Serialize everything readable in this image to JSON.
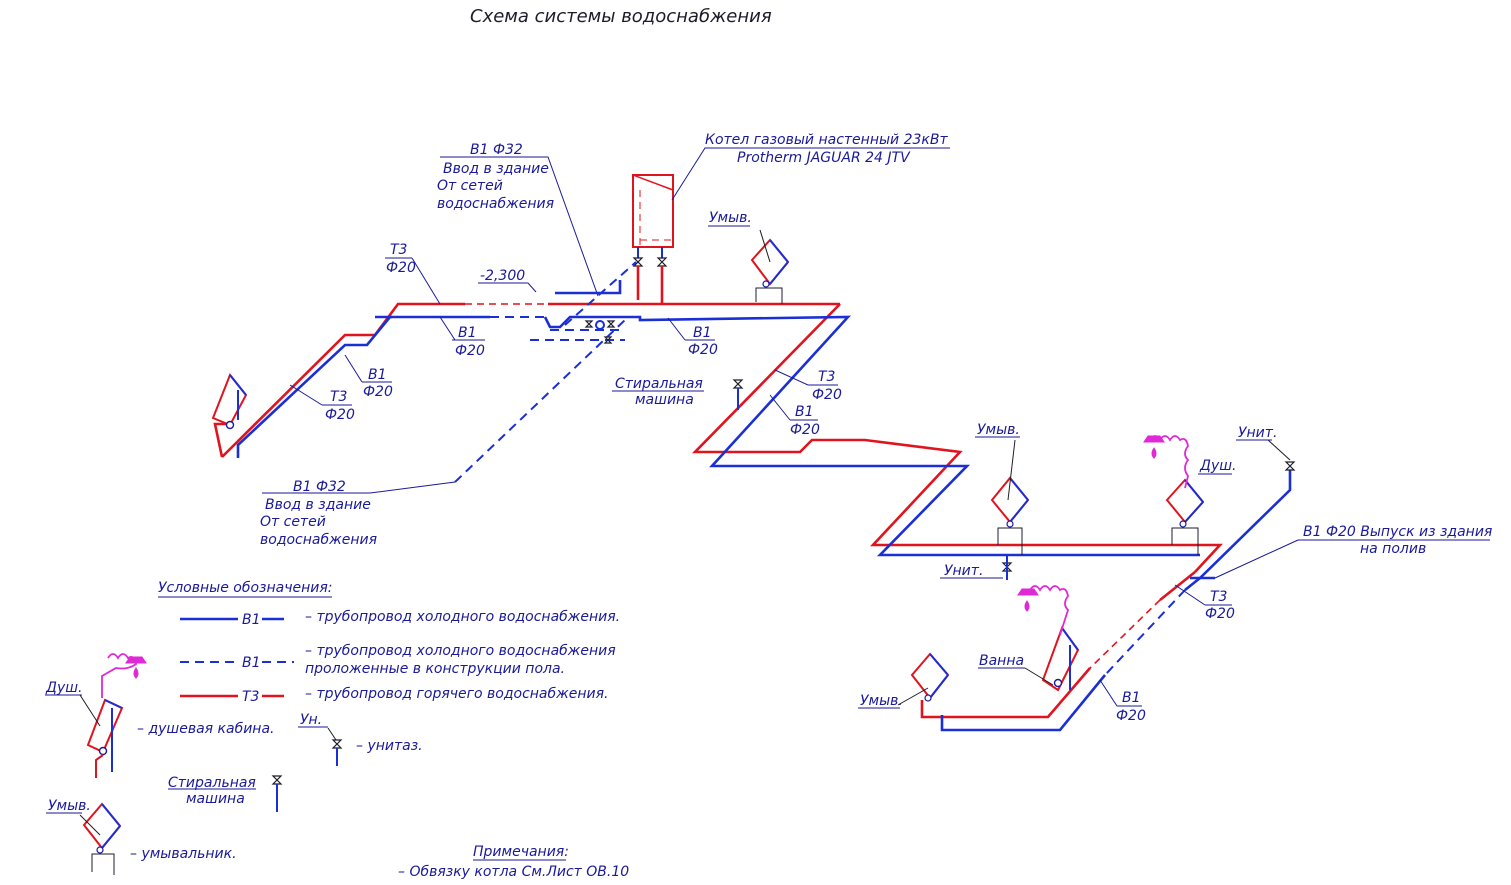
{
  "title": "Схема системы водоснабжения",
  "boiler": {
    "line1": "Котел газовый настенный 23кВт",
    "line2": "Protherm JAGUAR 24 JTV"
  },
  "inlet_top": {
    "pipe": "В1 Ф32",
    "line1": "Ввод в здание",
    "line2": "От сетей",
    "line3": "водоснабжения"
  },
  "inlet_bottom": {
    "pipe": "В1 Ф32",
    "line1": "Ввод в здание",
    "line2": "От сетей",
    "line3": "водоснабжения"
  },
  "level_mark": "-2,300",
  "pipe_labels": {
    "t3_top_name": "Т3",
    "t3_top_dia": "Ф20",
    "b1_mid_name": "В1",
    "b1_mid_dia": "Ф20",
    "b1_left_name": "В1",
    "b1_left_dia": "Ф20",
    "t3_left_name": "Т3",
    "t3_left_dia": "Ф20",
    "b1_center_name": "В1",
    "b1_center_dia": "Ф20",
    "t3_diag_name": "Т3",
    "t3_diag_dia": "Ф20",
    "b1_diag_name": "В1",
    "b1_diag_dia": "Ф20",
    "t3_right_name": "Т3",
    "t3_right_dia": "Ф20",
    "b1_right_name": "В1",
    "b1_right_dia": "Ф20"
  },
  "fixtures": {
    "washbasin_top": "Умыв.",
    "washing_machine_1": "Стиральная",
    "washing_machine_2": "машина",
    "washbasin_mid": "Умыв.",
    "shower": "Душ.",
    "toilet_right": "Унит.",
    "toilet_mid": "Унит.",
    "bath": "Ванна",
    "washbasin_low": "Умыв.",
    "outlet_1": "В1 Ф20 Выпуск из здания",
    "outlet_2": "на полив"
  },
  "legend": {
    "title": "Условные обозначения:",
    "b1_code": "В1",
    "b1_desc": "– трубопровод холодного водоснабжения.",
    "b1_floor_code": "В1",
    "b1_floor_desc_1": "– трубопровод холодного водоснабжения",
    "b1_floor_desc_2": "проложенные в конструкции пола.",
    "t3_code": "Т3",
    "t3_desc": "– трубопровод горячего водоснабжения.",
    "shower_label": "Душ.",
    "shower_desc": "– душевая кабина.",
    "toilet_label": "Ун.",
    "toilet_desc": "– унитаз.",
    "wm_label_1": "Стиральная",
    "wm_label_2": "машина",
    "wb_label": "Умыв.",
    "wb_desc": "– умывальник."
  },
  "notes": {
    "title": "Примечания:",
    "text": "– Обвязку котла  См.Лист ОВ.10"
  },
  "colors": {
    "cold_water": "#1a2fd6",
    "hot_water": "#e0141e",
    "text": "#1a1a9a",
    "shower_hose": "#e029d6"
  }
}
